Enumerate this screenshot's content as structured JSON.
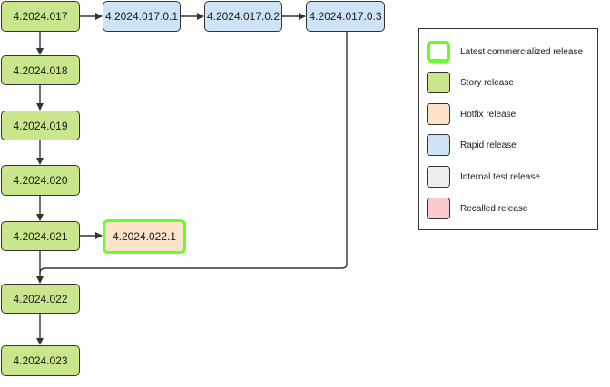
{
  "nodes": {
    "n017": "4.2024.017",
    "n018": "4.2024.018",
    "n019": "4.2024.019",
    "n020": "4.2024.020",
    "n021": "4.2024.021",
    "n022": "4.2024.022",
    "n023": "4.2024.023",
    "r1": "4.2024.017.0.1",
    "r2": "4.2024.017.0.2",
    "r3": "4.2024.017.0.3",
    "h1": "4.2024.022.1"
  },
  "legend": {
    "items": [
      {
        "label": "Latest commercialized release",
        "color": "#ffffff",
        "border": "#66ff22"
      },
      {
        "label": "Story release",
        "color": "#c9e68c"
      },
      {
        "label": "Hotfix release",
        "color": "#fde3c9"
      },
      {
        "label": "Rapid release",
        "color": "#cfe3f7"
      },
      {
        "label": "Internal test release",
        "color": "#eeeeee"
      },
      {
        "label": "Recalled release",
        "color": "#fccaca"
      }
    ]
  },
  "edges": [
    [
      "n017",
      "r1"
    ],
    [
      "r1",
      "r2"
    ],
    [
      "r2",
      "r3"
    ],
    [
      "n017",
      "n018"
    ],
    [
      "n018",
      "n019"
    ],
    [
      "n019",
      "n020"
    ],
    [
      "n020",
      "n021"
    ],
    [
      "n021",
      "h1"
    ],
    [
      "n021",
      "n022"
    ],
    [
      "r3",
      "n022"
    ],
    [
      "n022",
      "n023"
    ]
  ]
}
